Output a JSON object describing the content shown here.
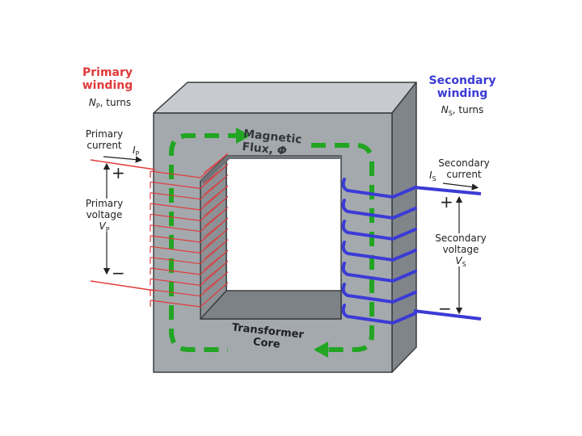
{
  "primary": {
    "title_line1": "Primary",
    "title_line2": "winding",
    "turns_symbol": "N",
    "turns_sub": "P",
    "turns_text": ", turns",
    "current_line1": "Primary",
    "current_line2": "current",
    "current_symbol": "I",
    "current_sub": "P",
    "voltage_line1": "Primary",
    "voltage_line2": "voltage",
    "voltage_symbol": "V",
    "voltage_sub": "P",
    "plus": "+",
    "minus": "−",
    "turn_count": 13
  },
  "secondary": {
    "title_line1": "Secondary",
    "title_line2": "winding",
    "turns_symbol": "N",
    "turns_sub": "S",
    "turns_text": ", turns",
    "current_line1": "Secondary",
    "current_line2": "current",
    "current_symbol": "I",
    "current_sub": "S",
    "voltage_line1": "Secondary",
    "voltage_line2": "voltage",
    "voltage_symbol": "V",
    "voltage_sub": "S",
    "plus": "+",
    "minus": "−",
    "turn_count": 7
  },
  "flux": {
    "line1": "Magnetic",
    "line2": "Flux,",
    "symbol": "Φ"
  },
  "core": {
    "line1": "Transformer",
    "line2": "Core"
  },
  "colors": {
    "primary": "#e03a3a",
    "secondary": "#3b3bd6",
    "flux": "#22a522",
    "core_front": "#a4a9ae",
    "core_side": "#80858a",
    "core_top": "#c7cbcf",
    "window_inner": "#8c9196",
    "outline": "#3a3d40"
  }
}
